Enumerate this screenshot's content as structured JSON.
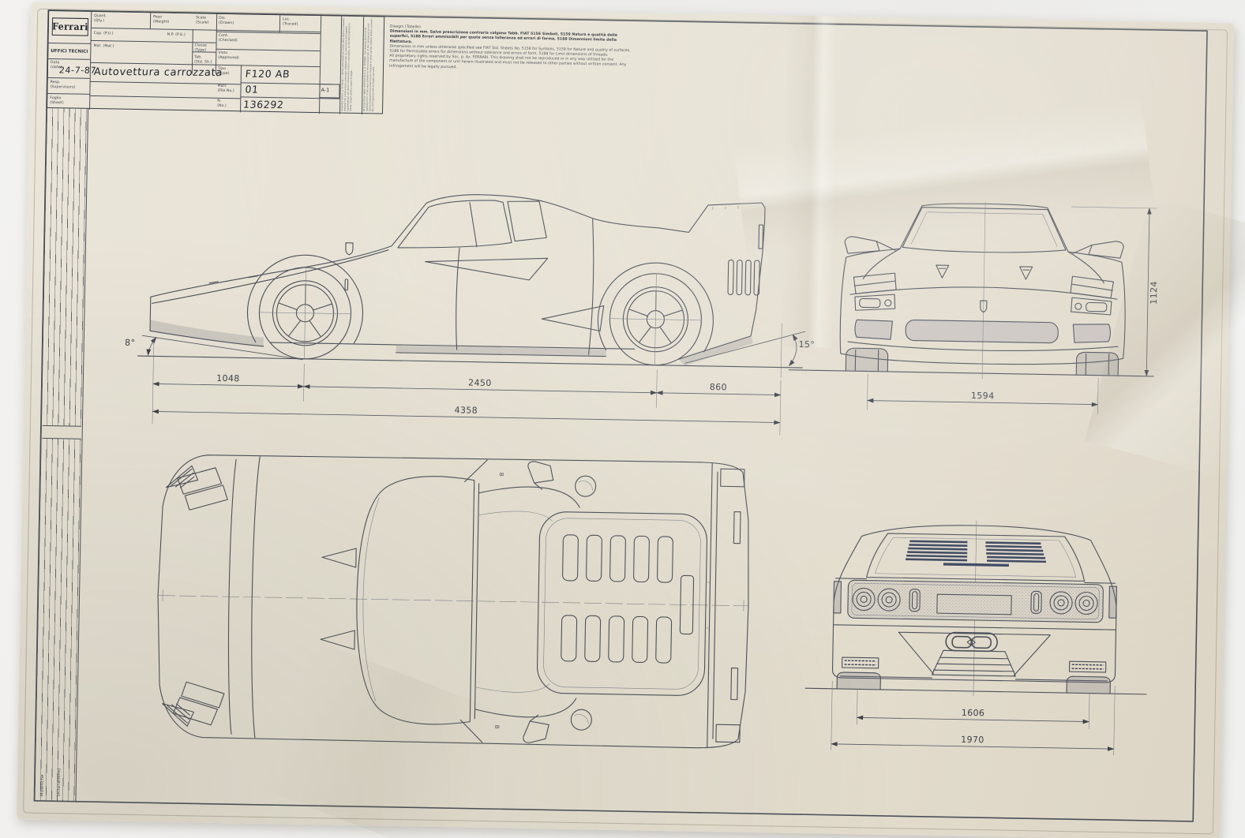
{
  "title_block": {
    "logo_text": "Ferrari",
    "office": "UFFICI TECNICI",
    "labels": {
      "quant": "Quant.",
      "quant_en": "(Qty.)",
      "peso": "Peso",
      "peso_en": "(Weight)",
      "scala": "Scala",
      "scala_en": "(Scale)",
      "cap": "Cap. (P.U.)",
      "np": "N.P. (P.G.)",
      "mat": "Mat. (Mat.)",
      "classe": "Classe",
      "classe_en": "(Type)",
      "tab": "Tab.",
      "tab_en": "(Std. Sh.)",
      "dis": "Dis.",
      "dis_en": "(Drawn)",
      "luc": "Luc.",
      "luc_en": "(Traced)",
      "cont": "Cont.",
      "cont_en": "(Checked)",
      "visto": "Visto",
      "visto_en": "(Approved)",
      "tipo": "Tipo",
      "tipo_en": "(Type)",
      "matr": "Matr.",
      "matr_en": "(File No.)",
      "n": "N.",
      "n_en": "(No.)",
      "data": "Data",
      "data_en": "(date)",
      "resp": "Resp.",
      "resp_en": "(Supervisors)",
      "foglio": "Foglio",
      "foglio_en": "(Sheet)"
    },
    "values": {
      "date": "24-7-87",
      "description": "Autovettura carrozzata",
      "tipo": "F120 AB",
      "matr": "01",
      "format": "A-1",
      "number": "136292"
    },
    "legal_it": "Proprietà della S. p. A. Ferrari — Senza autorizzazione scritta della stessa il presente disegno non potrà essere comunque utilizzato per la costruzione dell'oggetto rappresentato né venire comunicato a terzi o riprodotto. La Società proprietaria tutela i propri diritti a rigore di legge.",
    "legal_en": "All proprietary rights reserved by S. p. A. FERRARI. This drawing shall not be reproduced or in any way utilized for the manufacture of the component or unit herein illustrated and must not be released to other parties without written consent. Any infringement will be legally pursued."
  },
  "notes": {
    "lines": [
      "Disegni (Tabelle)",
      "Dimensioni in mm. Salvo prescrizione contraria valgono Tabb. FIAT 5156 Simboli, 5159 Natura e qualità delle superfici, 5186 Errori ammissibili per quote senza tolleranza ed errori di forma, 5188 Dimensioni limite della filettatura.",
      "Dimensions in mm unless otherwise specified see FIAT Std. Sheets No. 5156 for Symbols, 5159 for Nature and quality of surfaces, 5186 for Permissible errors for dimensions without tolerance and errors of form, 5188 for Limit dimensions of threads.",
      "All proprietary rights reserved by Soc. p. Az. FERRARI. This drawing shall not be reproduced or in any way utilized for the manufacture of the component or unit herein illustrated and must not be released to other parties without written consent. Any infringement will be legally pursued."
    ]
  },
  "revision_strip": {
    "modifiche": "Modifiche",
    "alterations": "(Alterations)"
  },
  "views": {
    "side": {
      "approach_angle": "8°",
      "departure_angle": "15°",
      "front_overhang": "1048",
      "wheelbase": "2450",
      "rear_overhang": "860",
      "overall_length": "4358"
    },
    "front": {
      "overall_height": "1124",
      "front_track": "1594"
    },
    "rear": {
      "rear_track": "1606",
      "overall_width": "1970"
    },
    "top": {
      "section_label": "B"
    }
  }
}
